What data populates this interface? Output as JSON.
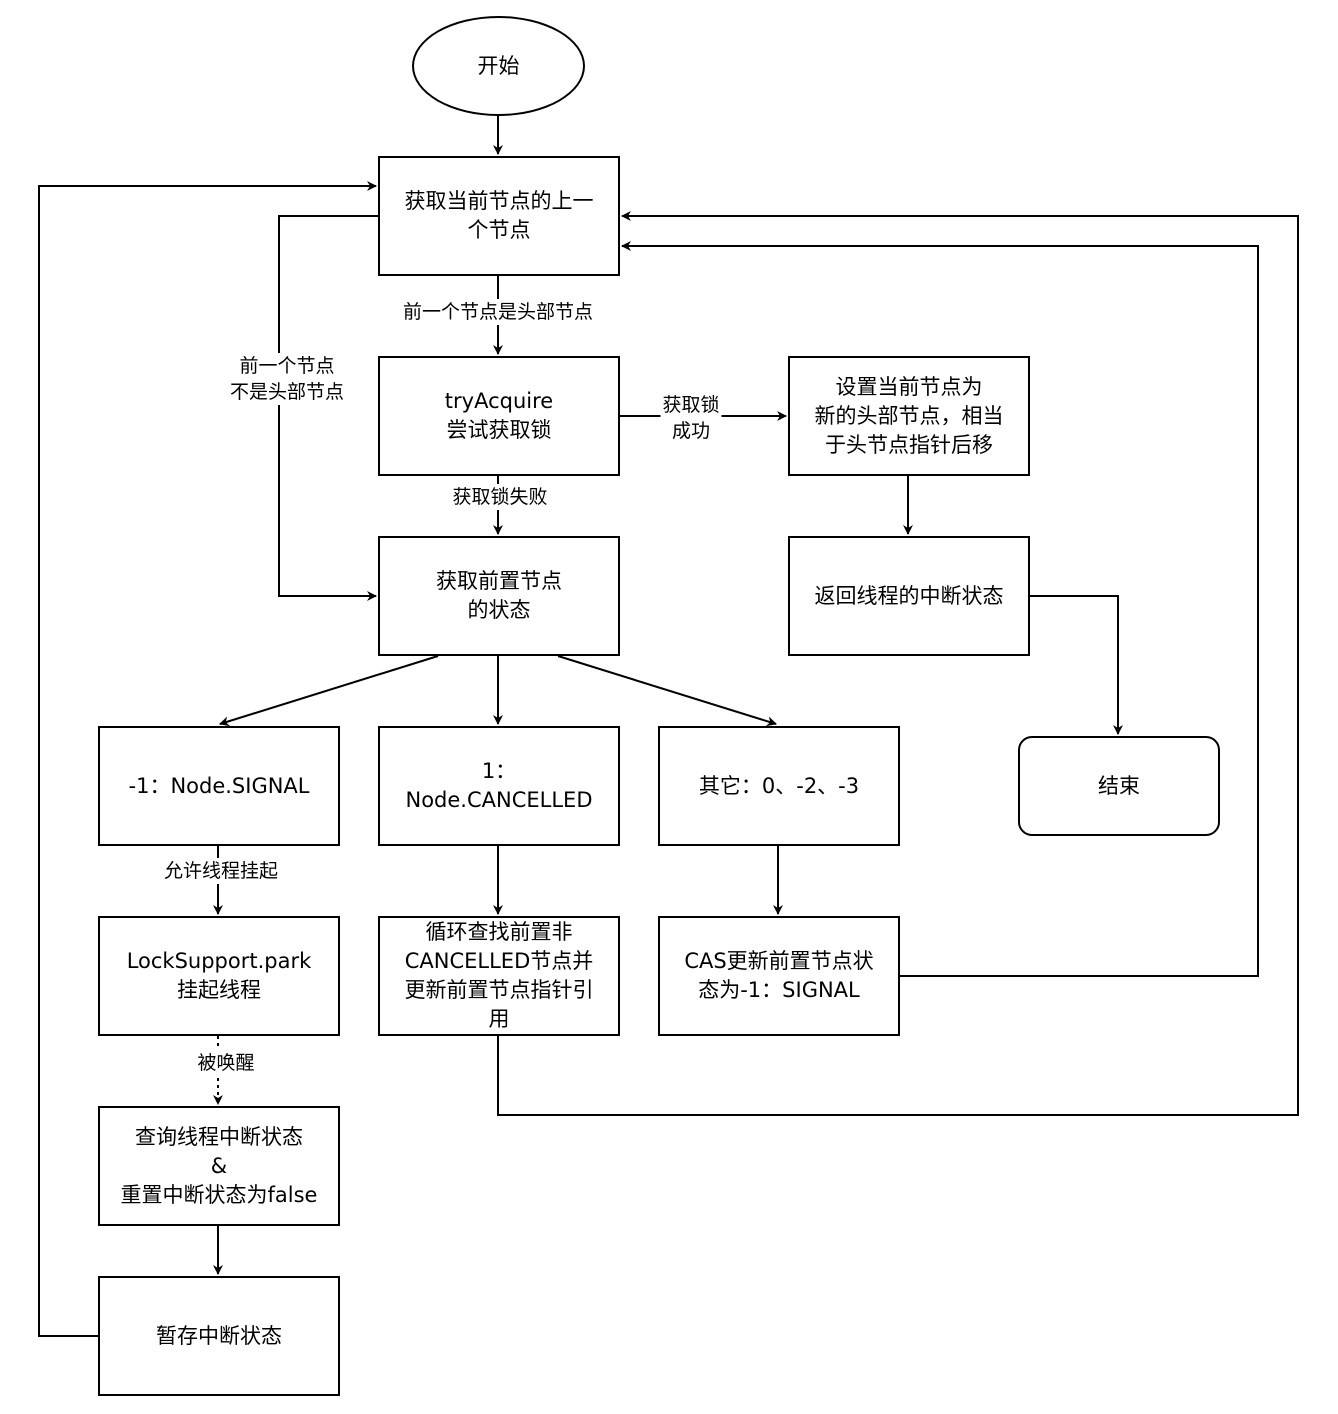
{
  "nodes": {
    "start": "开始",
    "get_prev": "获取当前节点的上一\n个节点",
    "try_acquire": "tryAcquire\n尝试获取锁",
    "set_head": "设置当前节点为\n新的头部节点，相当\n于头节点指针后移",
    "get_state": "获取前置节点\n的状态",
    "return_interrupt": "返回线程的中断状态",
    "signal": "-1：Node.SIGNAL",
    "cancelled": "1：\nNode.CANCELLED",
    "other": "其它：0、-2、-3",
    "end": "结束",
    "park": "LockSupport.park\n挂起线程",
    "loop_find": "循环查找前置非\nCANCELLED节点并\n更新前置节点指针引\n用",
    "cas_update": "CAS更新前置节点状\n态为-1：SIGNAL",
    "query_interrupt": "查询线程中断状态\n&\n重置中断状态为false",
    "save_interrupt": "暂存中断状态"
  },
  "edge_labels": {
    "prev_is_head": "前一个节点是头部节点",
    "prev_not_head": "前一个节点\n不是头部节点",
    "acquire_success": "获取锁\n成功",
    "acquire_fail": "获取锁失败",
    "allow_park": "允许线程挂起",
    "woken": "被唤醒"
  }
}
